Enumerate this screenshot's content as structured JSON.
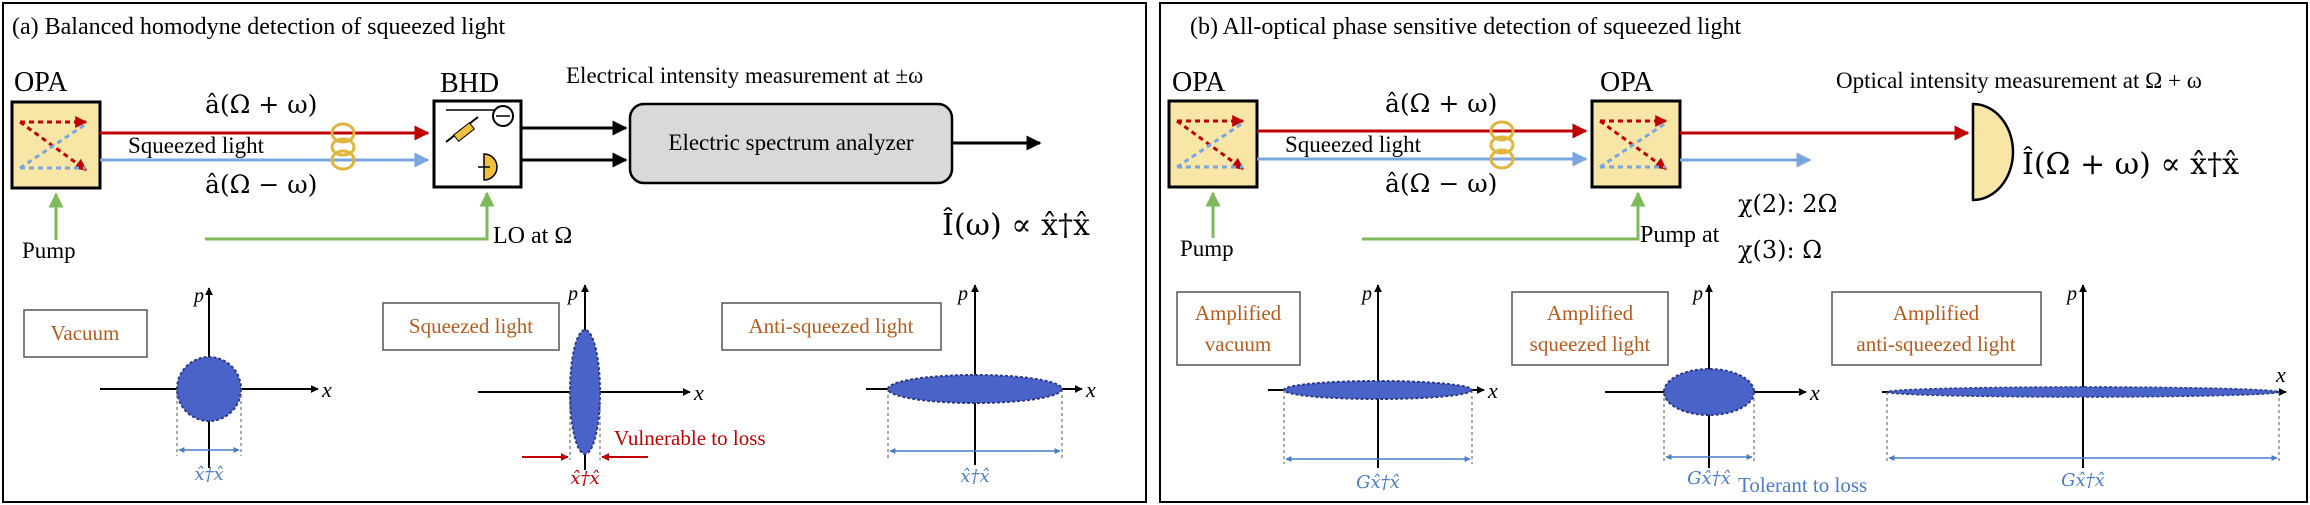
{
  "colors": {
    "red_beam": "#c00000",
    "blue_beam": "#7aa6e0",
    "green_pump": "#7fba5a",
    "opa_fill": "#f7e6a6",
    "ellipse_fill": "#4a63c8",
    "label_brown": "#b85a1c",
    "loss_red": "#c00000",
    "blue_text": "#4a7cc9"
  },
  "panel_a": {
    "title": "(a) Balanced homodyne detection of squeezed light",
    "opa_label": "OPA",
    "bhd_label": "BHD",
    "upper_mode": "â(Ω + ω)",
    "lower_mode": "â(Ω − ω)",
    "squeezed_label": "Squeezed light",
    "pump_label": "Pump",
    "lo_label": "LO at Ω",
    "measurement_label": "Electrical intensity measurement at ±ω",
    "analyzer_label": "Electric spectrum analyzer",
    "output_formula": "Î(ω) ∝ x̂†x̂",
    "phase_spaces": [
      {
        "box_label": "Vacuum",
        "p_axis": "p",
        "x_axis": "x",
        "width_label": "x̂†x̂"
      },
      {
        "box_label": "Squeezed light",
        "p_axis": "p",
        "x_axis": "x",
        "width_label": "x̂†x̂",
        "note": "Vulnerable to loss"
      },
      {
        "box_label": "Anti-squeezed light",
        "p_axis": "p",
        "x_axis": "x",
        "width_label": "x̂†x̂"
      }
    ]
  },
  "panel_b": {
    "title": "(b) All-optical phase sensitive detection of squeezed light",
    "opa1_label": "OPA",
    "opa2_label": "OPA",
    "upper_mode": "â(Ω + ω)",
    "lower_mode": "â(Ω − ω)",
    "squeezed_label": "Squeezed light",
    "pump_label": "Pump",
    "pump2_label": "Pump at",
    "chi2_label": "χ(2): 2Ω",
    "chi3_label": "χ(3): Ω",
    "measurement_label": "Optical intensity measurement at Ω + ω",
    "output_formula": "Î(Ω + ω) ∝ x̂†x̂",
    "phase_spaces": [
      {
        "box_label_line1": "Amplified",
        "box_label_line2": "vacuum",
        "p_axis": "p",
        "x_axis": "x",
        "width_label": "Gx̂†x̂"
      },
      {
        "box_label_line1": "Amplified",
        "box_label_line2": "squeezed light",
        "p_axis": "p",
        "x_axis": "x",
        "width_label": "Gx̂†x̂",
        "note": "Tolerant to loss"
      },
      {
        "box_label_line1": "Amplified",
        "box_label_line2": "anti-squeezed light",
        "p_axis": "p",
        "x_axis": "x",
        "width_label": "Gx̂†x̂"
      }
    ]
  }
}
